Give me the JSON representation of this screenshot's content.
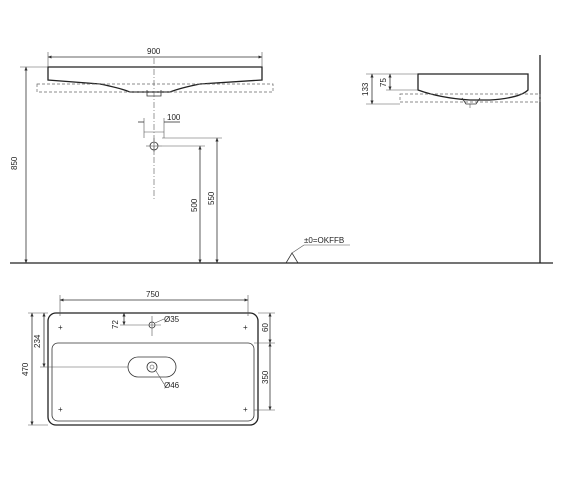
{
  "front_view": {
    "width_900": "900",
    "offset_100": "100",
    "height_850": "850",
    "height_500": "500",
    "height_550": "550",
    "floor_label": "±0=OKFFB"
  },
  "side_view": {
    "height_133": "133",
    "height_75": "75"
  },
  "top_view": {
    "width_750": "750",
    "depth_470": "470",
    "depth_234": "234",
    "offset_72": "72",
    "hole_35": "Ø35",
    "hole_46": "Ø46",
    "edge_60": "60",
    "length_350": "350"
  }
}
